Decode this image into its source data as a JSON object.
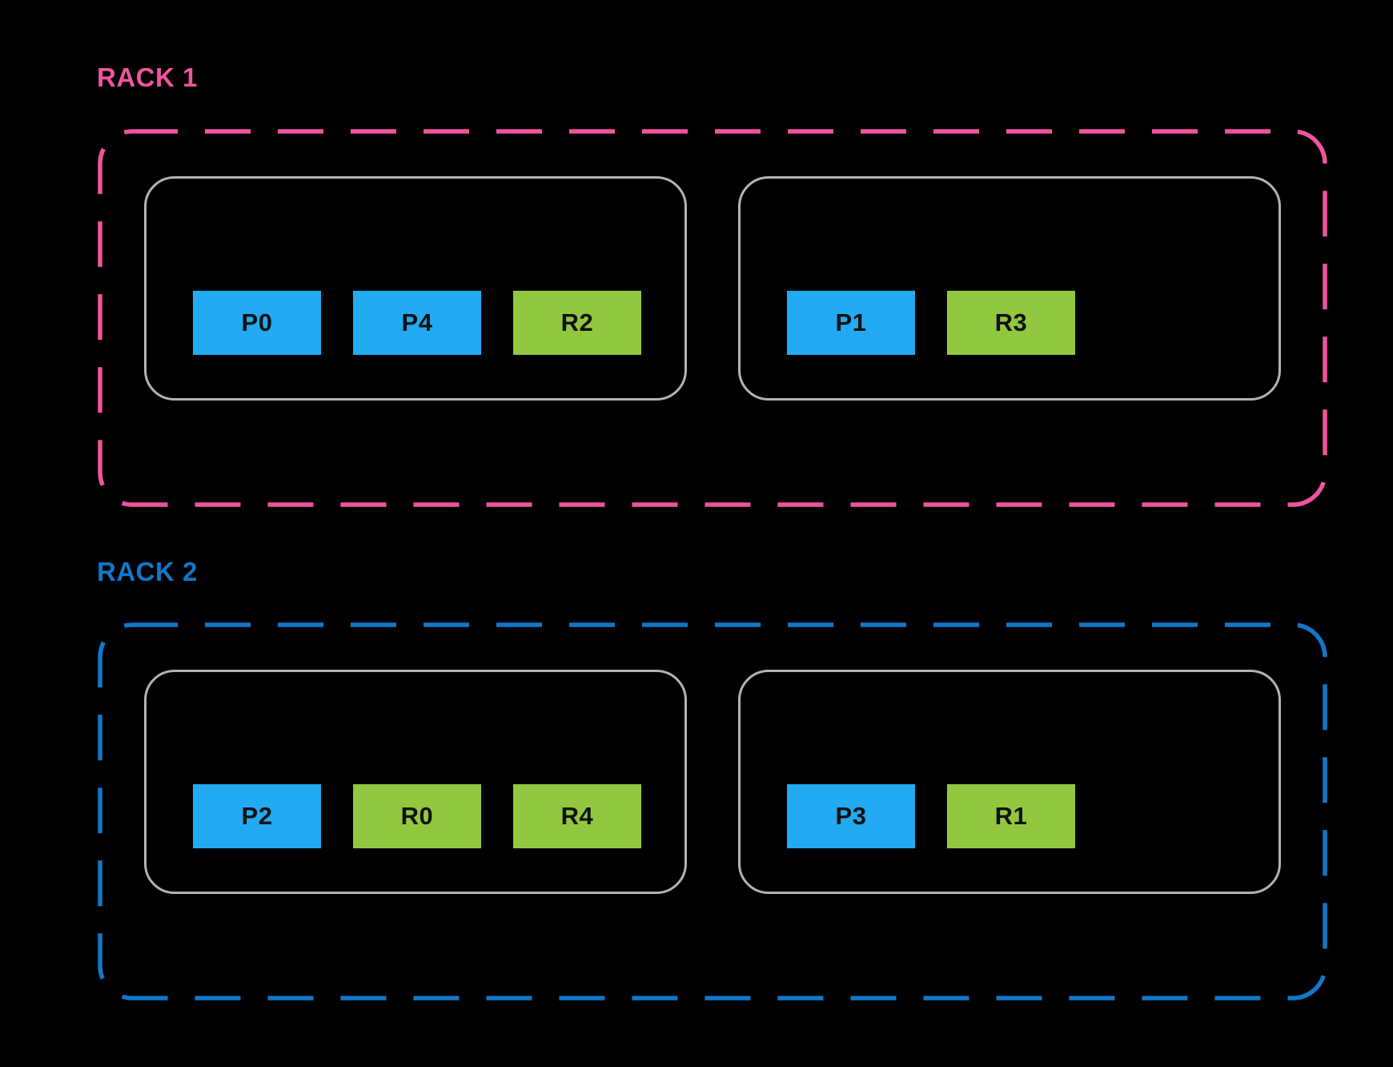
{
  "colors": {
    "background": "#000000",
    "rack1-accent": "#f0549e",
    "rack2-accent": "#1277c9",
    "node-border": "#b3b3b3",
    "primary-chip": "#22aaf2",
    "replica-chip": "#92c83f",
    "chip-text": "#111111"
  },
  "racks": [
    {
      "label": "RACK 1",
      "accent": "#f0549e",
      "nodes": [
        {
          "chips": [
            {
              "label": "P0",
              "type": "primary"
            },
            {
              "label": "P4",
              "type": "primary"
            },
            {
              "label": "R2",
              "type": "replica"
            }
          ]
        },
        {
          "chips": [
            {
              "label": "P1",
              "type": "primary"
            },
            {
              "label": "R3",
              "type": "replica"
            }
          ]
        }
      ]
    },
    {
      "label": "RACK 2",
      "accent": "#1277c9",
      "nodes": [
        {
          "chips": [
            {
              "label": "P2",
              "type": "primary"
            },
            {
              "label": "R0",
              "type": "replica"
            },
            {
              "label": "R4",
              "type": "replica"
            }
          ]
        },
        {
          "chips": [
            {
              "label": "P3",
              "type": "primary"
            },
            {
              "label": "R1",
              "type": "replica"
            }
          ]
        }
      ]
    }
  ]
}
